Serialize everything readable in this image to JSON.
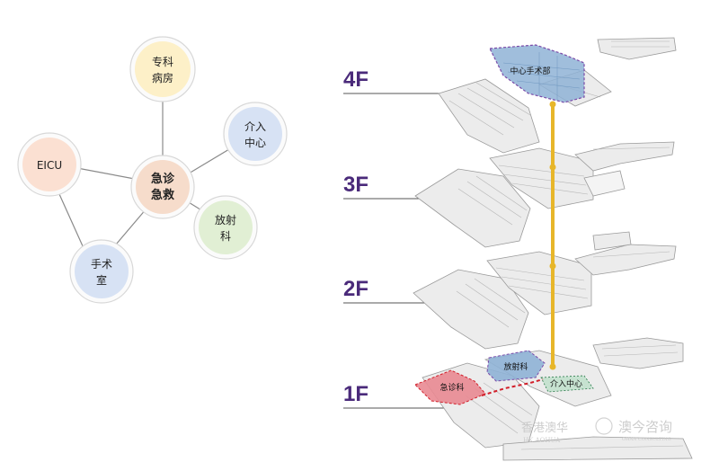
{
  "nodes": {
    "center": {
      "line1": "急诊",
      "line2": "急救",
      "fill": "#f6dccb"
    },
    "ward": {
      "line1": "专科",
      "line2": "病房",
      "fill": "#fdf0c8"
    },
    "interventional": {
      "line1": "介入",
      "line2": "中心",
      "fill": "#d7e2f4"
    },
    "eicu": {
      "line1": "EICU",
      "fill": "#fbe0d2"
    },
    "radiology": {
      "line1": "放射",
      "line2": "科",
      "fill": "#e1efd4"
    },
    "surgery": {
      "line1": "手术",
      "line2": "室",
      "fill": "#d7e2f4"
    }
  },
  "floors": [
    "4F",
    "3F",
    "2F",
    "1F"
  ],
  "zones": {
    "surgery_center": "中心手术部",
    "radiology": "放射科",
    "emergency": "急诊科",
    "interventional": "介入中心"
  },
  "colors": {
    "floor_label": "#4a2a7a",
    "vertical_link": "#e7b62a",
    "zone_blue": "#8fb3d6",
    "zone_red": "#e98a92",
    "zone_green": "#c4e2cf",
    "dashed_purple": "#7a4aa8",
    "dashed_red": "#d21f2a"
  },
  "watermark": {
    "cn1": "香港澳华",
    "en1": "HK AOHUA",
    "cn2": "澳今咨询",
    "en2": "OHAN CONSULTING"
  }
}
